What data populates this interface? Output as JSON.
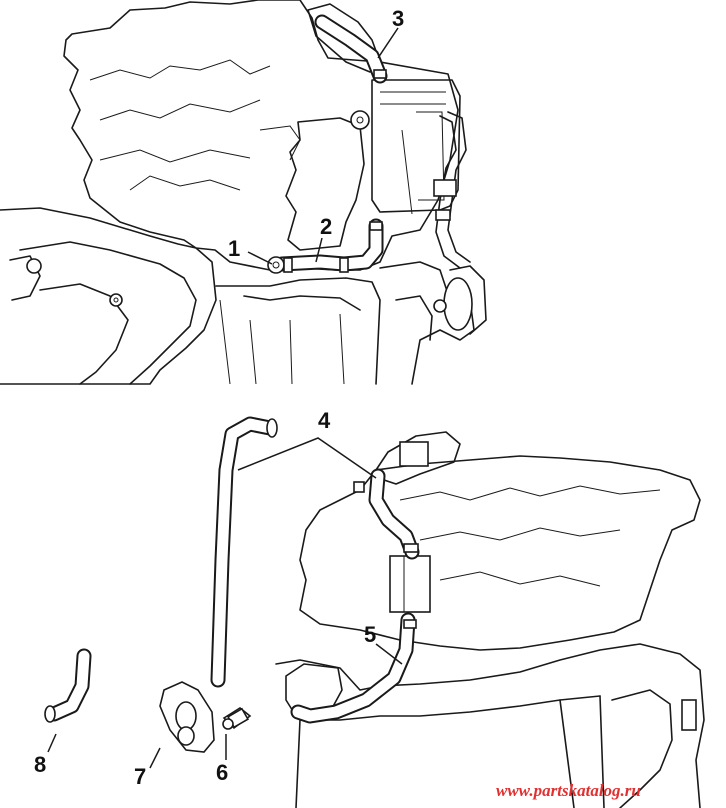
{
  "diagram": {
    "callouts": [
      {
        "id": "1",
        "label": "1"
      },
      {
        "id": "2",
        "label": "2"
      },
      {
        "id": "3",
        "label": "3"
      },
      {
        "id": "4",
        "label": "4"
      },
      {
        "id": "5",
        "label": "5"
      },
      {
        "id": "6",
        "label": "6"
      },
      {
        "id": "7",
        "label": "7"
      },
      {
        "id": "8",
        "label": "8"
      }
    ],
    "watermark": "www.partskatalog.ru"
  }
}
